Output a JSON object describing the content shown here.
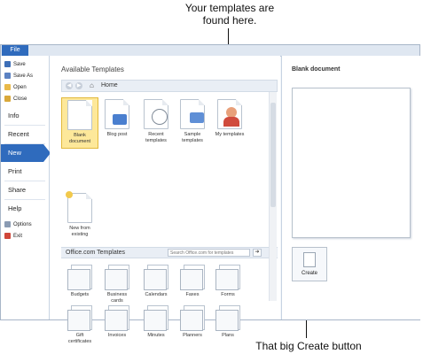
{
  "annotations": {
    "top_callout_line1": "Your templates are",
    "top_callout_line2": "found here.",
    "bottom_callout": "That big Create button"
  },
  "file_tab": "File",
  "nav": {
    "small_items": [
      {
        "label": "Save",
        "icon": "save-icon"
      },
      {
        "label": "Save As",
        "icon": "save-as-icon"
      },
      {
        "label": "Open",
        "icon": "open-folder-icon"
      },
      {
        "label": "Close",
        "icon": "close-folder-icon"
      }
    ],
    "big_items": [
      "Info",
      "Recent",
      "New",
      "Print",
      "Share",
      "Help"
    ],
    "bottom_items": [
      {
        "label": "Options",
        "icon": "options-icon"
      },
      {
        "label": "Exit",
        "icon": "exit-icon"
      }
    ],
    "active": "New"
  },
  "main": {
    "title": "Available Templates",
    "breadcrumb": "Home",
    "templates": [
      {
        "label_lines": [
          "Blank",
          "document"
        ],
        "icon": "blank-document-icon",
        "selected": true
      },
      {
        "label_lines": [
          "Blog post"
        ],
        "icon": "blog-post-icon"
      },
      {
        "label_lines": [
          "Recent",
          "templates"
        ],
        "icon": "recent-templates-icon"
      },
      {
        "label_lines": [
          "Sample",
          "templates"
        ],
        "icon": "sample-templates-icon"
      },
      {
        "label_lines": [
          "My templates"
        ],
        "icon": "my-templates-icon"
      },
      {
        "label_lines": [
          "New from",
          "existing"
        ],
        "icon": "new-from-existing-icon"
      }
    ],
    "office_section": {
      "title": "Office.com Templates",
      "search_placeholder": "Search Office.com for templates",
      "go_arrow": "➜",
      "folders": [
        {
          "label_lines": [
            "Budgets"
          ]
        },
        {
          "label_lines": [
            "Business",
            "cards"
          ]
        },
        {
          "label_lines": [
            "Calendars"
          ]
        },
        {
          "label_lines": [
            "Faxes"
          ]
        },
        {
          "label_lines": [
            "Forms"
          ]
        },
        {
          "label_lines": [
            "Gift",
            "certificates"
          ]
        },
        {
          "label_lines": [
            "Invoices"
          ]
        },
        {
          "label_lines": [
            "Minutes"
          ]
        },
        {
          "label_lines": [
            "Planners"
          ]
        },
        {
          "label_lines": [
            "Plans"
          ]
        }
      ]
    }
  },
  "preview": {
    "title": "Blank document",
    "create_label": "Create"
  },
  "colors": {
    "accent": "#2f6bbd",
    "selected_tile": "#fde89a"
  }
}
